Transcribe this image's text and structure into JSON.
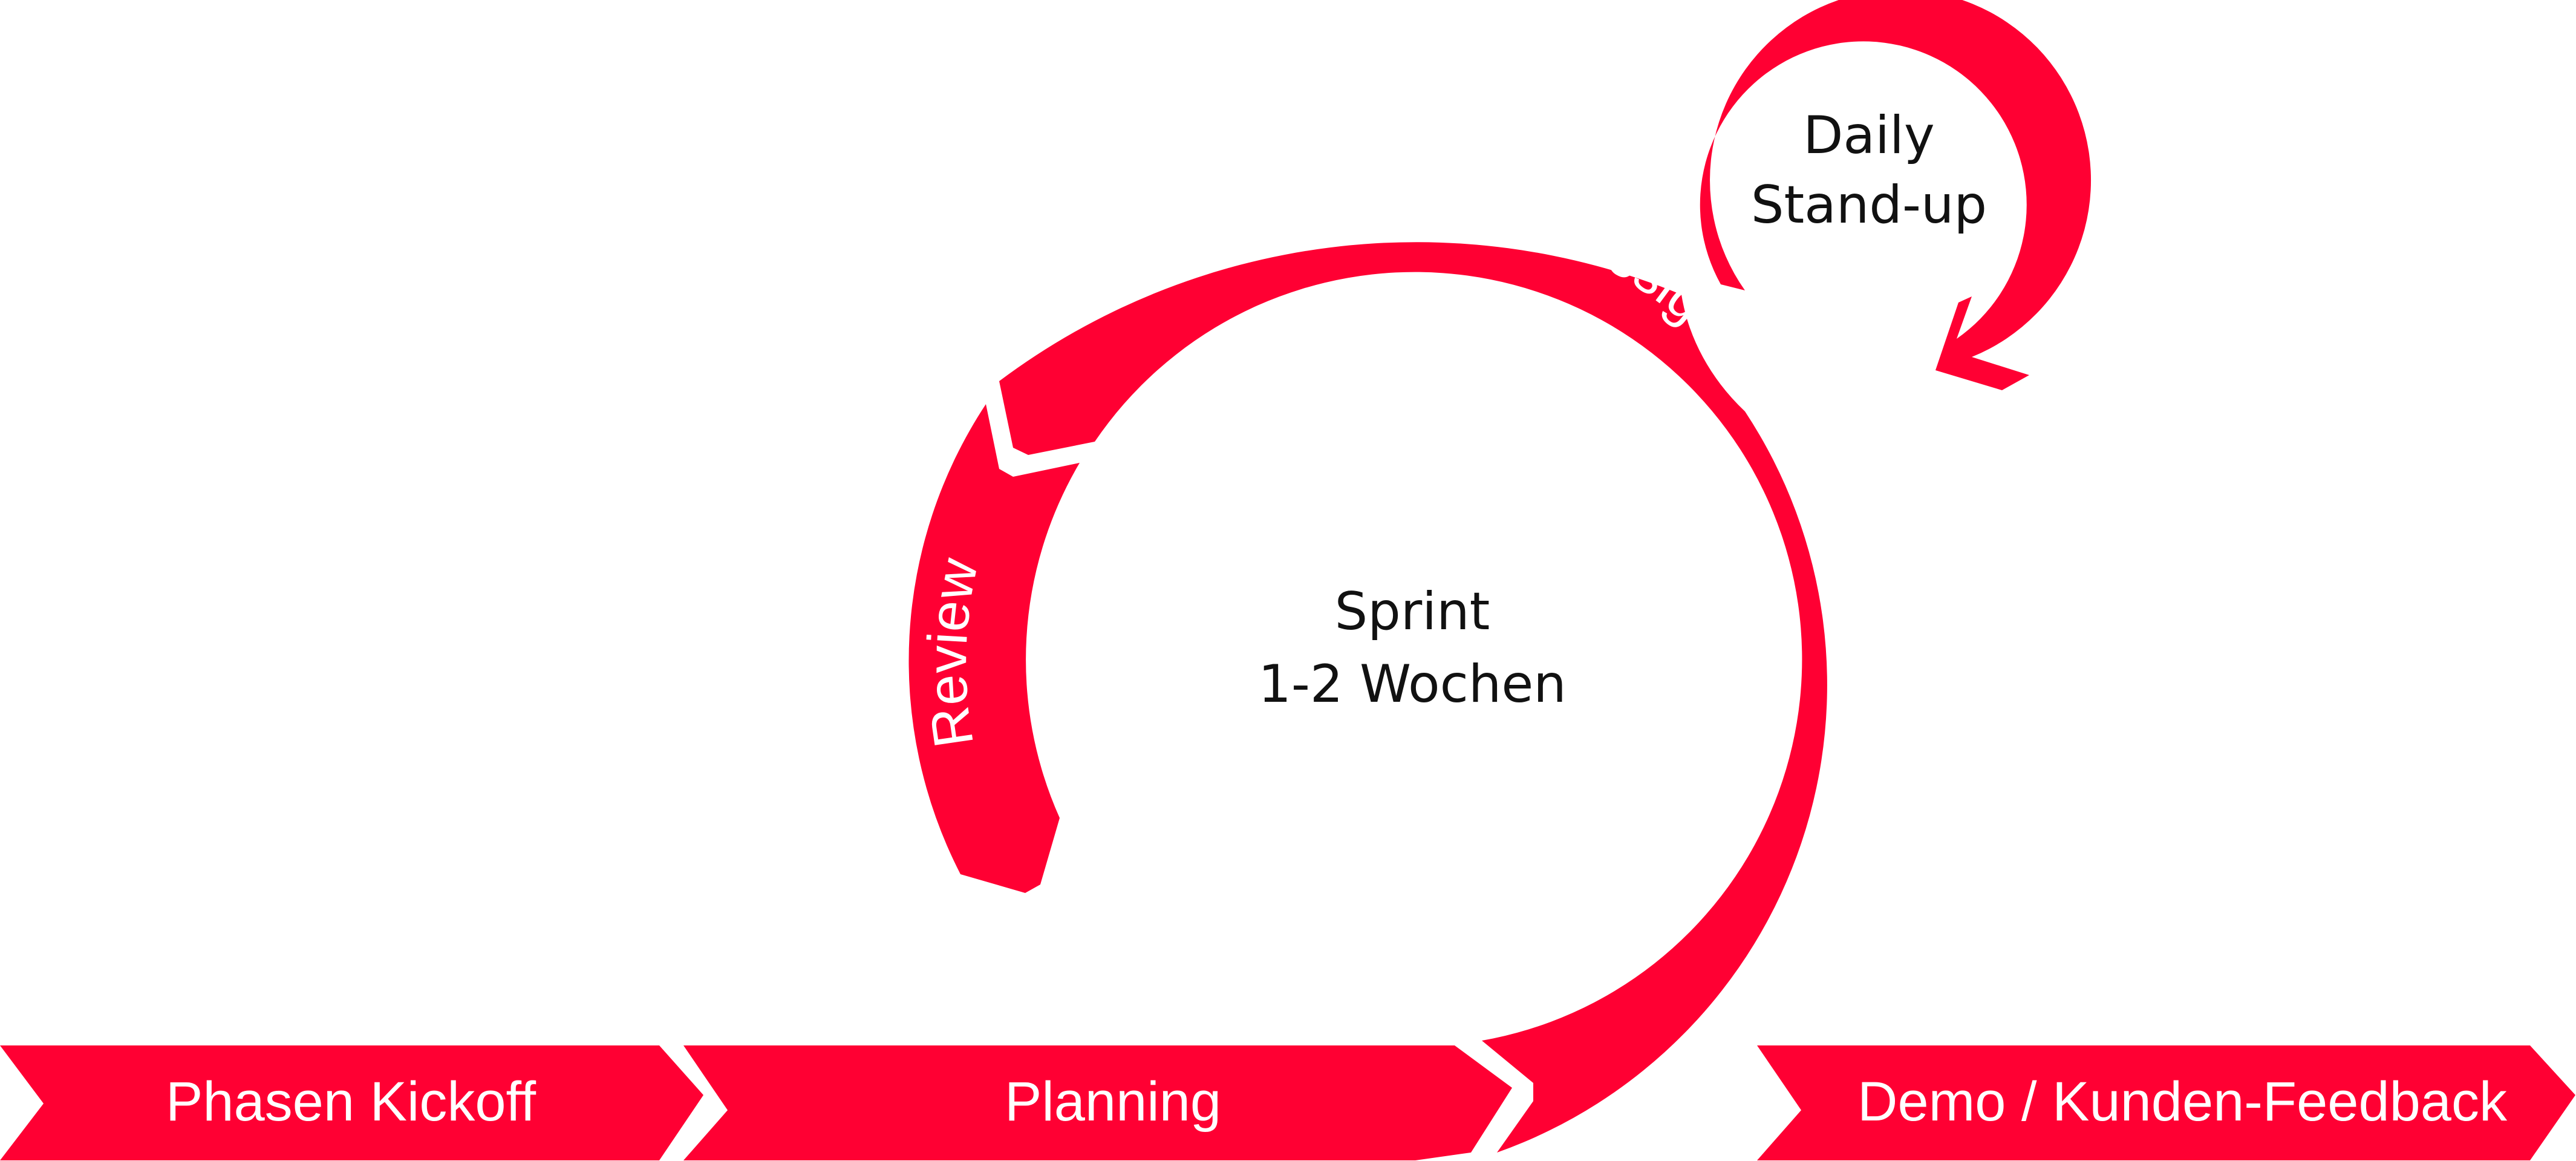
{
  "colors": {
    "accent": "#ff0033",
    "text_dark": "#111111",
    "text_light": "#ffffff",
    "background": "#ffffff"
  },
  "phases": [
    {
      "id": "kickoff",
      "label": "Phasen Kickoff"
    },
    {
      "id": "planning",
      "label": "Planning"
    },
    {
      "id": "demo",
      "label": "Demo / Kunden-Feedback"
    }
  ],
  "sprint": {
    "title": "Sprint",
    "duration": "1-2 Wochen"
  },
  "cycle": {
    "main_stage": "Konzept/Design/Engineering",
    "review": "Review",
    "daily_line1": "Daily",
    "daily_line2": "Stand-up"
  }
}
